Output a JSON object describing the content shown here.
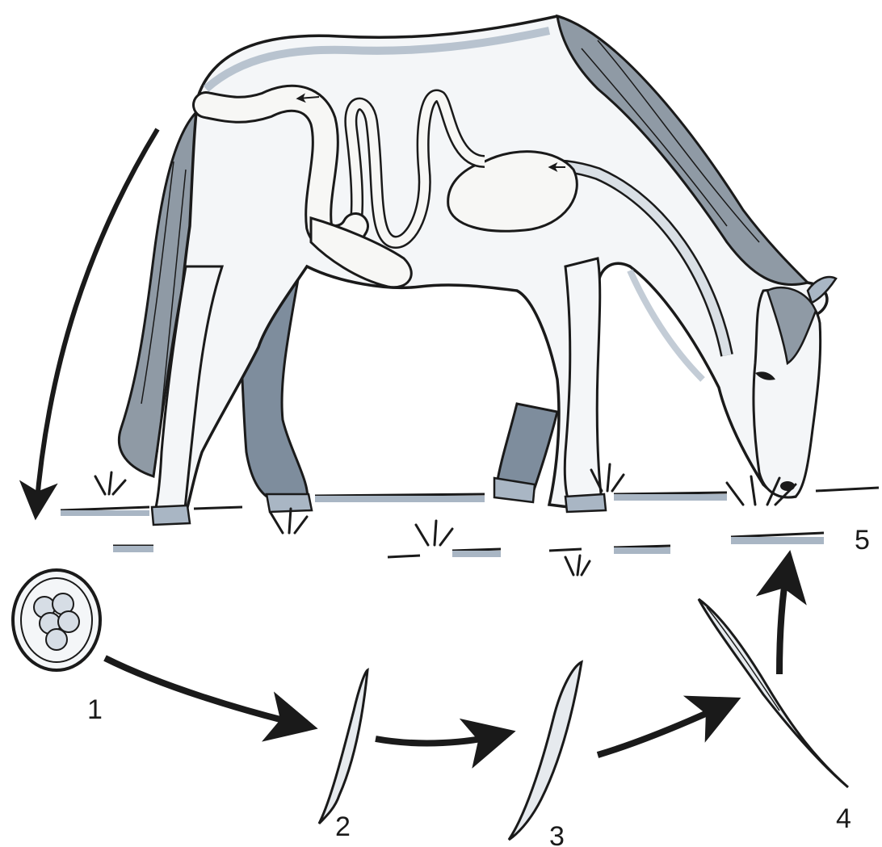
{
  "diagram": {
    "colors": {
      "ink": "#1a1a1a",
      "body": "#f4f6f8",
      "shade": "#a9b6c4",
      "dark_shade": "#7e8d9d",
      "mane": "#8f9aa5",
      "gut": "#f7f7f5"
    },
    "stages": [
      {
        "id": "egg",
        "label": "1"
      },
      {
        "id": "larva-l1",
        "label": "2"
      },
      {
        "id": "larva-l2",
        "label": "3"
      },
      {
        "id": "larva-l3",
        "label": "4"
      },
      {
        "id": "grass-ingestion",
        "label": "5"
      }
    ]
  }
}
